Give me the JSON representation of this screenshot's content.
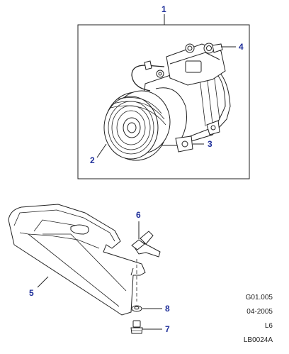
{
  "callouts": {
    "c1": "1",
    "c2": "2",
    "c3": "3",
    "c4": "4",
    "c5": "5",
    "c6": "6",
    "c7": "7",
    "c8": "8"
  },
  "parts": {
    "group_box": "compressor assembly",
    "part_2": "pulley-clutch",
    "part_3": "compressor-body",
    "part_4": "service-port-fitting",
    "part_5": "heat-shield",
    "part_6": "clip-nut",
    "part_7": "bolt",
    "part_8": "washer"
  },
  "reference": {
    "code": "G01.005",
    "date": "04-2005",
    "engine": "L6",
    "illustration": "LB0024A"
  },
  "colors": {
    "callout": "#1f2f9a",
    "line": "#222222"
  }
}
